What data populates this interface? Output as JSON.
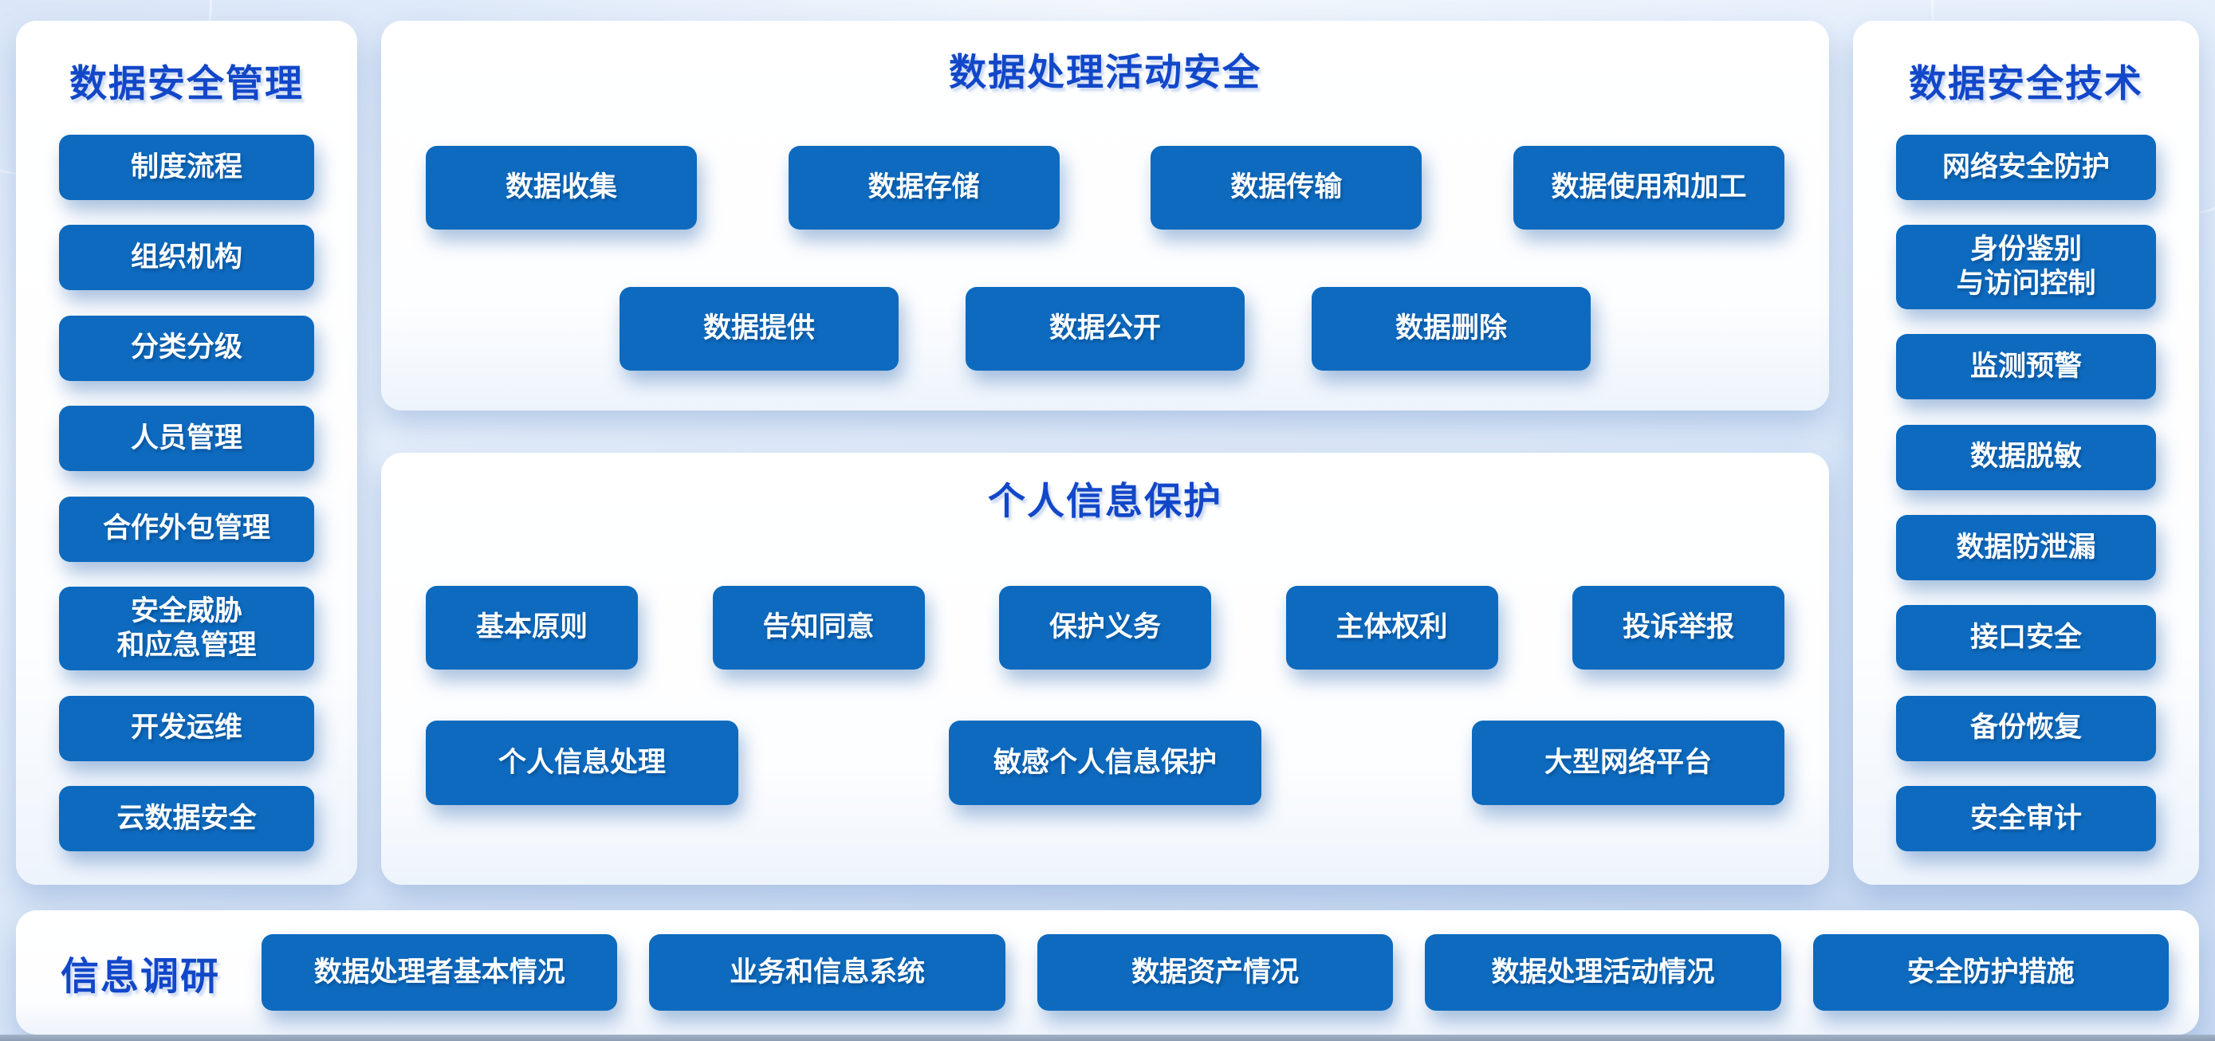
{
  "colors": {
    "accent_blue": "#0d6abe",
    "title_blue": "#1247c9",
    "panel_bg": "#ffffff",
    "page_bg": "#d9e6f8",
    "button_text": "#ffffff",
    "bottom_strip": "#8f9fb4"
  },
  "left_panel": {
    "title": "数据安全管理",
    "items": [
      "制度流程",
      "组织机构",
      "分类分级",
      "人员管理",
      "合作外包管理",
      "安全威胁\n和应急管理",
      "开发运维",
      "云数据安全"
    ]
  },
  "top_panel": {
    "title": "数据处理活动安全",
    "row1": [
      "数据收集",
      "数据存储",
      "数据传输",
      "数据使用和加工"
    ],
    "row2": [
      "数据提供",
      "数据公开",
      "数据删除"
    ]
  },
  "mid_panel": {
    "title": "个人信息保护",
    "row1": [
      "基本原则",
      "告知同意",
      "保护义务",
      "主体权利",
      "投诉举报"
    ],
    "row2": [
      "个人信息处理",
      "敏感个人信息保护",
      "大型网络平台"
    ]
  },
  "right_panel": {
    "title": "数据安全技术",
    "items": [
      "网络安全防护",
      "身份鉴别\n与访问控制",
      "监测预警",
      "数据脱敏",
      "数据防泄漏",
      "接口安全",
      "备份恢复",
      "安全审计"
    ]
  },
  "bottom_panel": {
    "title": "信息调研",
    "items": [
      "数据处理者基本情况",
      "业务和信息系统",
      "数据资产情况",
      "数据处理活动情况",
      "安全防护措施"
    ]
  }
}
